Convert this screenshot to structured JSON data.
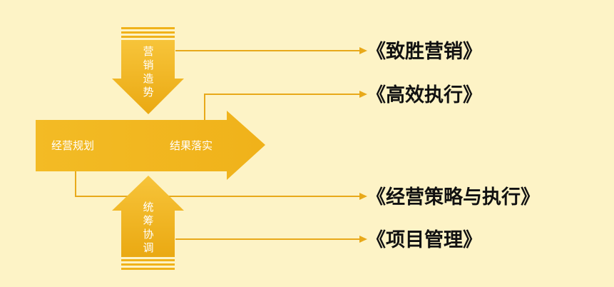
{
  "diagram": {
    "main_arrow": {
      "left_label": "经营规划",
      "right_label": "结果落实"
    },
    "top_arrow_label": [
      "营",
      "销",
      "造",
      "势"
    ],
    "bottom_arrow_label": [
      "统",
      "筹",
      "协",
      "调"
    ],
    "books": [
      "《致胜营销》",
      "《高效执行》",
      "《经营策略与执行》",
      "《项目管理》"
    ]
  },
  "colors": {
    "background": "#fdf3c6",
    "arrow": "#f2b81c",
    "connector": "#e8a91a",
    "book_text": "#111111",
    "arrow_text": "#ffffff"
  }
}
